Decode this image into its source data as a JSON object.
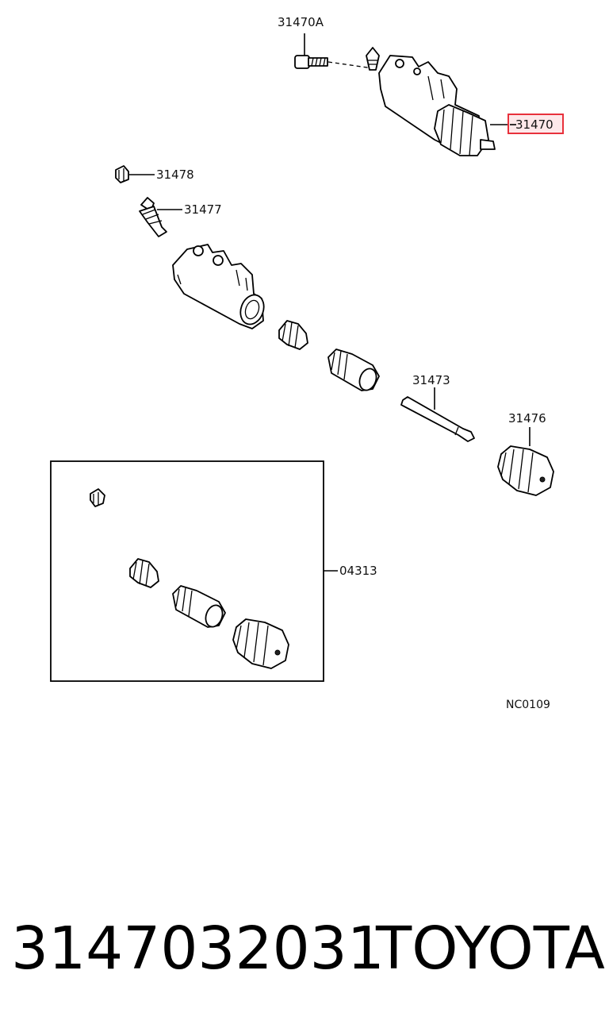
{
  "callouts": {
    "c31470a": "31470A",
    "c31470": "31470",
    "c31478": "31478",
    "c31477": "31477",
    "c31473": "31473",
    "c31476": "31476",
    "c04313": "04313",
    "diagram_code": "NC0109"
  },
  "caption": {
    "part_number": "3147032031",
    "brand": "TOYOTA"
  },
  "colors": {
    "highlight_border": "#e8313c",
    "highlight_fill": "#fde8ea",
    "ink": "#000000"
  }
}
